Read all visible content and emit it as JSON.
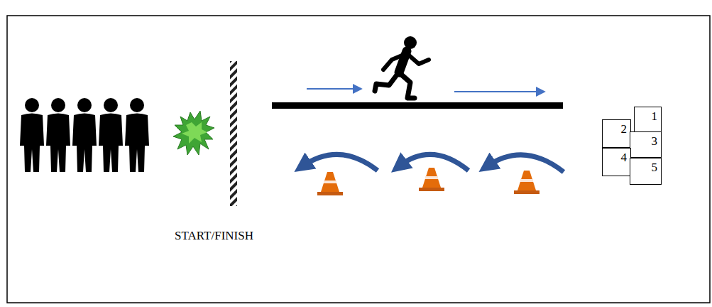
{
  "diagram": {
    "nodes": [
      {
        "text": [
          "1"
        ]
      },
      {
        "text": [
          "2"
        ]
      },
      {
        "text": [
          "3"
        ]
      },
      {
        "text": [
          "4"
        ]
      },
      {
        "text": [
          "5"
        ]
      }
    ],
    "labels": [
      "START/FINISH"
    ]
  }
}
